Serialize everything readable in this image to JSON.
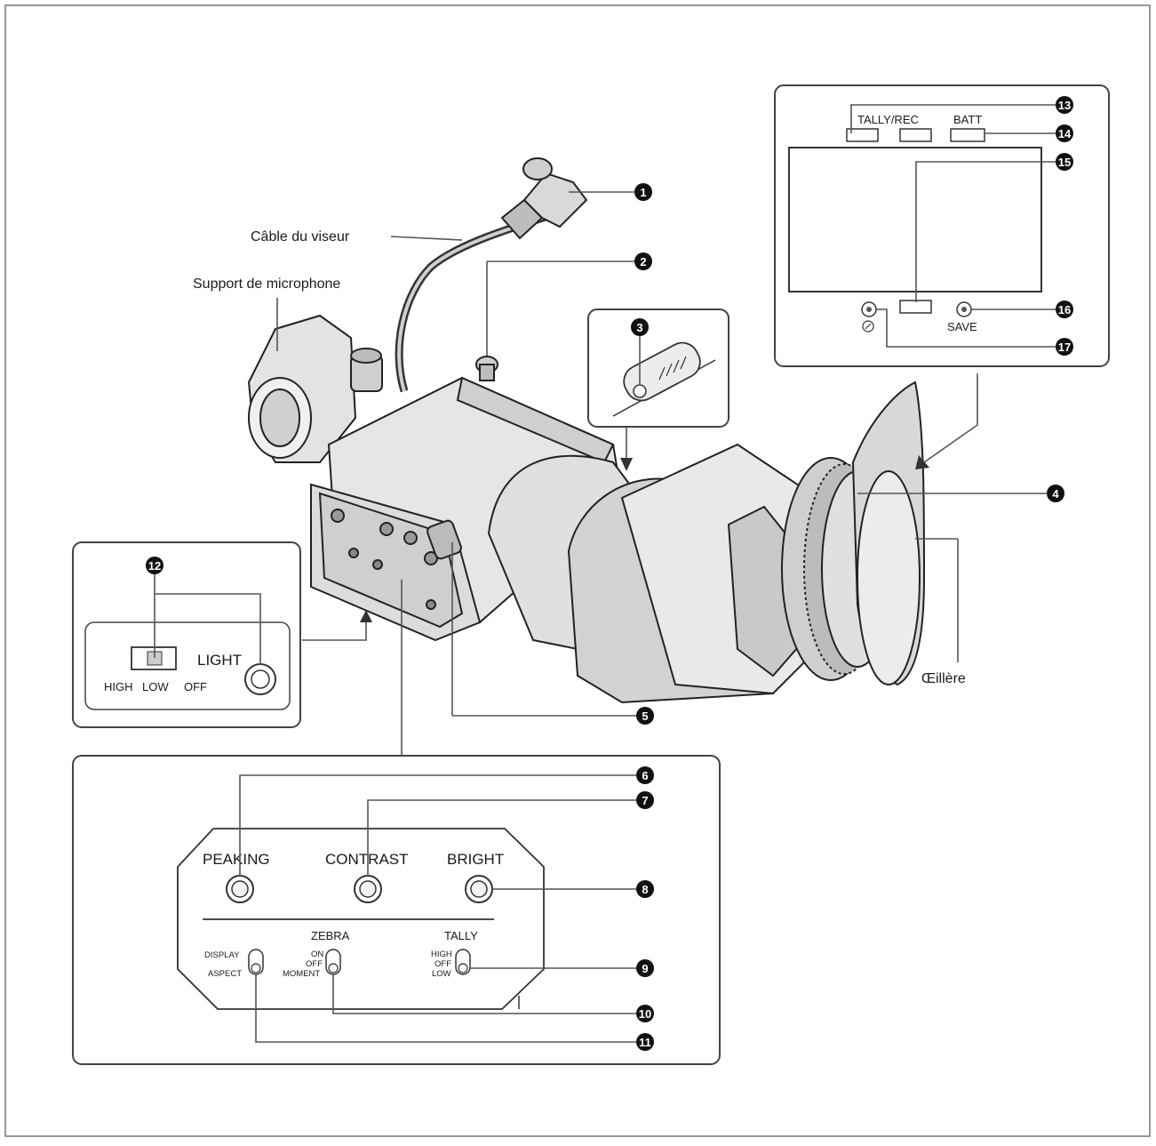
{
  "labels": {
    "viewfinder_cable": "Câble du viseur",
    "mic_holder": "Support de microphone",
    "eyecup": "Œillère"
  },
  "top_panel": {
    "tally_rec": "TALLY/REC",
    "batt": "BATT",
    "save": "SAVE"
  },
  "light_panel": {
    "light": "LIGHT",
    "high": "HIGH",
    "low": "LOW",
    "off": "OFF"
  },
  "control_panel": {
    "peaking": "PEAKING",
    "contrast": "CONTRAST",
    "bright": "BRIGHT",
    "zebra": "ZEBRA",
    "tally": "TALLY",
    "display": "DISPLAY",
    "aspect": "ASPECT",
    "zebra_on": "ON",
    "zebra_off": "OFF",
    "zebra_moment": "MOMENT",
    "tally_high": "HIGH",
    "tally_off": "OFF",
    "tally_low": "LOW"
  },
  "callouts": {
    "c1": "1",
    "c2": "2",
    "c3": "3",
    "c4": "4",
    "c5": "5",
    "c6": "6",
    "c7": "7",
    "c8": "8",
    "c9": "9",
    "c10": "10",
    "c11": "11",
    "c12": "12",
    "c13": "13",
    "c14": "14",
    "c15": "15",
    "c16": "16",
    "c17": "17"
  },
  "colors": {
    "line": "#555555",
    "ink": "#1a1a1a",
    "body_fill": "#e6e6e6",
    "shade": "#b9b9b9"
  }
}
